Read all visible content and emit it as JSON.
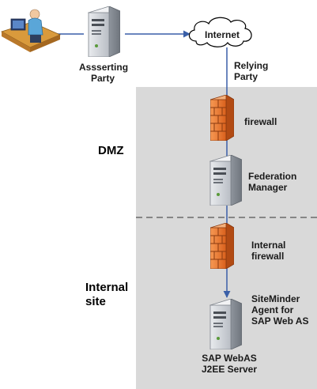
{
  "labels": {
    "asserting_party_line1": "Assserting",
    "asserting_party_line2": "Party",
    "internet": "Internet",
    "relying_party_line1": "Relying",
    "relying_party_line2": "Party",
    "firewall": "firewall",
    "federation_manager_line1": "Federation",
    "federation_manager_line2": "Manager",
    "internal_firewall_line1": "Internal",
    "internal_firewall_line2": "firewall",
    "siteminder_line1": "SiteMinder",
    "siteminder_line2": "Agent for",
    "siteminder_line3": "SAP Web AS",
    "sap_server_line1": "SAP WebAS",
    "sap_server_line2": "J2EE Server"
  },
  "zones": {
    "dmz": "DMZ",
    "internal_site_line1": "Internal",
    "internal_site_line2": "site"
  },
  "colors": {
    "zone_fill": "#d9d9d9",
    "connector": "#3a5fa8",
    "firewall": "#e8742a",
    "server_body": "#cfd3d8",
    "cloud_outline": "#000000"
  },
  "icons": [
    "user-at-desk-icon",
    "server-icon",
    "cloud-icon",
    "firewall-icon"
  ]
}
